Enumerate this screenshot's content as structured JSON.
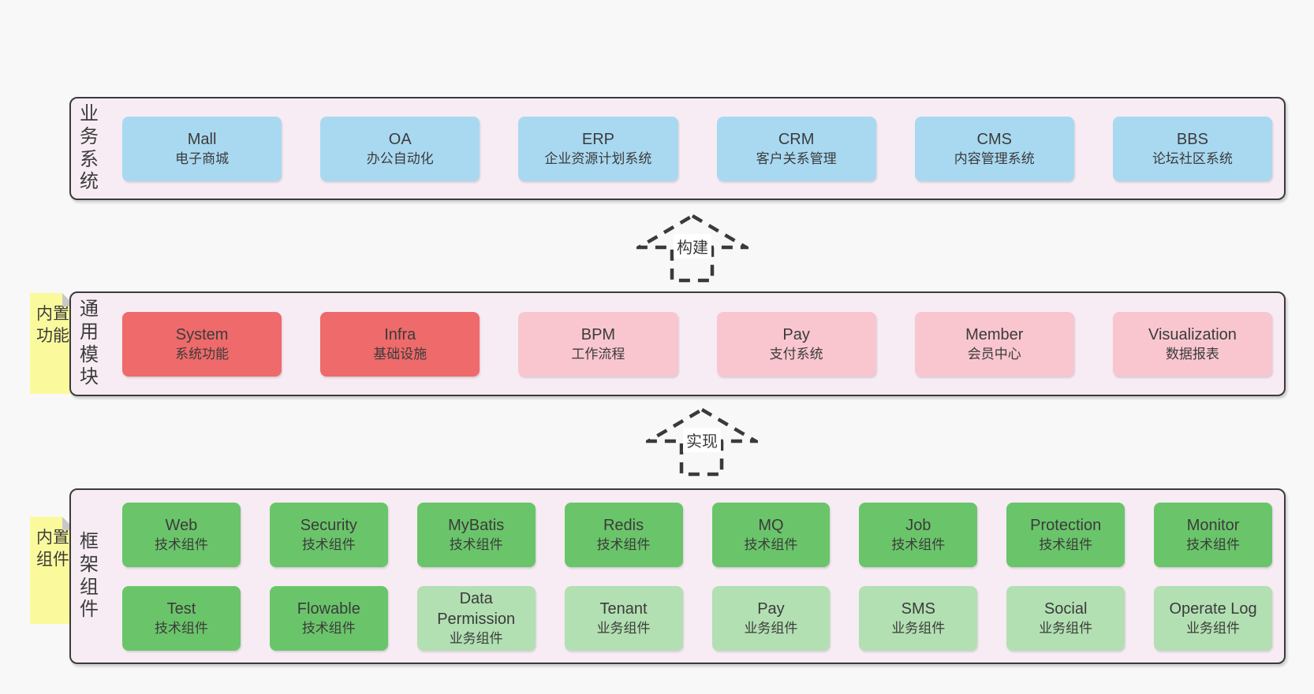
{
  "colors": {
    "background": "#f8f8f8",
    "container_fill": "#f7ecf4",
    "container_border": "#3b3b3b",
    "text": "#3b3b3b",
    "blue": "#a9d9f1",
    "red": "#ef6a6a",
    "pink": "#f9c6cf",
    "green": "#6ac56a",
    "green_light": "#b2e0b2",
    "sticky_yellow": "#fafa9d",
    "sticky_fold": "#c8c8c8",
    "arrow_stroke": "#3a3a3a"
  },
  "layers": [
    {
      "id": "business-systems",
      "side_label": "业务系统",
      "boxes": [
        {
          "title": "Mall",
          "subtitle": "电子商城",
          "color": "blue"
        },
        {
          "title": "OA",
          "subtitle": "办公自动化",
          "color": "blue"
        },
        {
          "title": "ERP",
          "subtitle": "企业资源计划系统",
          "color": "blue"
        },
        {
          "title": "CRM",
          "subtitle": "客户关系管理",
          "color": "blue"
        },
        {
          "title": "CMS",
          "subtitle": "内容管理系统",
          "color": "blue"
        },
        {
          "title": "BBS",
          "subtitle": "论坛社区系统",
          "color": "blue"
        }
      ]
    },
    {
      "id": "common-modules",
      "side_label": "通用模块",
      "sticky_label": "内置功能",
      "boxes": [
        {
          "title": "System",
          "subtitle": "系统功能",
          "color": "red"
        },
        {
          "title": "Infra",
          "subtitle": "基础设施",
          "color": "red"
        },
        {
          "title": "BPM",
          "subtitle": "工作流程",
          "color": "pink"
        },
        {
          "title": "Pay",
          "subtitle": "支付系统",
          "color": "pink"
        },
        {
          "title": "Member",
          "subtitle": "会员中心",
          "color": "pink"
        },
        {
          "title": "Visualization",
          "subtitle": "数据报表",
          "color": "pink"
        }
      ]
    },
    {
      "id": "framework-components",
      "side_label": "框架组件",
      "sticky_label": "内置组件",
      "rows": [
        [
          {
            "title": "Web",
            "subtitle": "技术组件",
            "color": "green"
          },
          {
            "title": "Security",
            "subtitle": "技术组件",
            "color": "green"
          },
          {
            "title": "MyBatis",
            "subtitle": "技术组件",
            "color": "green"
          },
          {
            "title": "Redis",
            "subtitle": "技术组件",
            "color": "green"
          },
          {
            "title": "MQ",
            "subtitle": "技术组件",
            "color": "green"
          },
          {
            "title": "Job",
            "subtitle": "技术组件",
            "color": "green"
          },
          {
            "title": "Protection",
            "subtitle": "技术组件",
            "color": "green"
          },
          {
            "title": "Monitor",
            "subtitle": "技术组件",
            "color": "green"
          }
        ],
        [
          {
            "title": "Test",
            "subtitle": "技术组件",
            "color": "green"
          },
          {
            "title": "Flowable",
            "subtitle": "技术组件",
            "color": "green"
          },
          {
            "title": "Data Permission",
            "subtitle": "业务组件",
            "color": "green_light"
          },
          {
            "title": "Tenant",
            "subtitle": "业务组件",
            "color": "green_light"
          },
          {
            "title": "Pay",
            "subtitle": "业务组件",
            "color": "green_light"
          },
          {
            "title": "SMS",
            "subtitle": "业务组件",
            "color": "green_light"
          },
          {
            "title": "Social",
            "subtitle": "业务组件",
            "color": "green_light"
          },
          {
            "title": "Operate Log",
            "subtitle": "业务组件",
            "color": "green_light"
          }
        ]
      ]
    }
  ],
  "arrows": [
    {
      "label": "构建"
    },
    {
      "label": "实现"
    }
  ]
}
